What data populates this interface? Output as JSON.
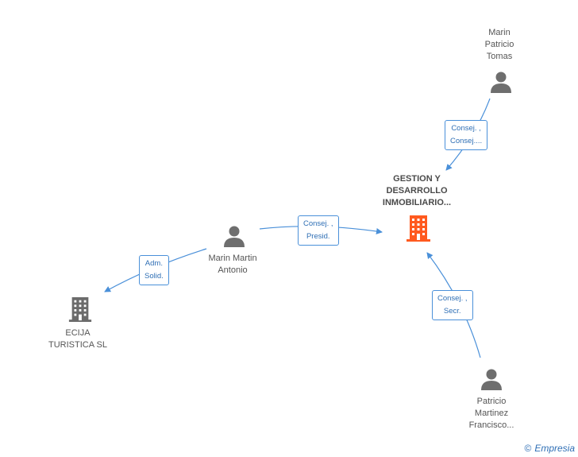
{
  "nodes": {
    "marin_patricio_tomas": {
      "lines": [
        "Marin",
        "Patricio",
        "Tomas"
      ],
      "icon": "person-icon"
    },
    "gestion": {
      "lines": [
        "GESTION Y",
        "DESARROLLO",
        "INMOBILIARIO..."
      ],
      "icon": "building-icon",
      "color": "#ff5a1f"
    },
    "marin_martin_antonio": {
      "lines": [
        "Marin Martin",
        "Antonio"
      ],
      "icon": "person-icon"
    },
    "ecija": {
      "lines": [
        "ECIJA",
        "TURISTICA SL"
      ],
      "icon": "building-icon",
      "color": "#6b6b6b"
    },
    "patricio_martinez": {
      "lines": [
        "Patricio",
        "Martinez",
        "Francisco..."
      ],
      "icon": "person-icon"
    }
  },
  "edges": {
    "tomas_to_gestion": {
      "lines": [
        "Consej. ,",
        "Consej...."
      ]
    },
    "antonio_to_gestion": {
      "lines": [
        "Consej. ,",
        "Presid."
      ]
    },
    "antonio_to_ecija": {
      "lines": [
        "Adm.",
        "Solid."
      ]
    },
    "francisco_to_gestion": {
      "lines": [
        "Consej. ,",
        "Secr."
      ]
    }
  },
  "colors": {
    "edge": "#4a90d9",
    "person": "#6e6e6e",
    "company_main": "#ff5a1f",
    "company_other": "#6b6b6b"
  },
  "watermark": {
    "copyright": "©",
    "brand": "Empresia"
  }
}
